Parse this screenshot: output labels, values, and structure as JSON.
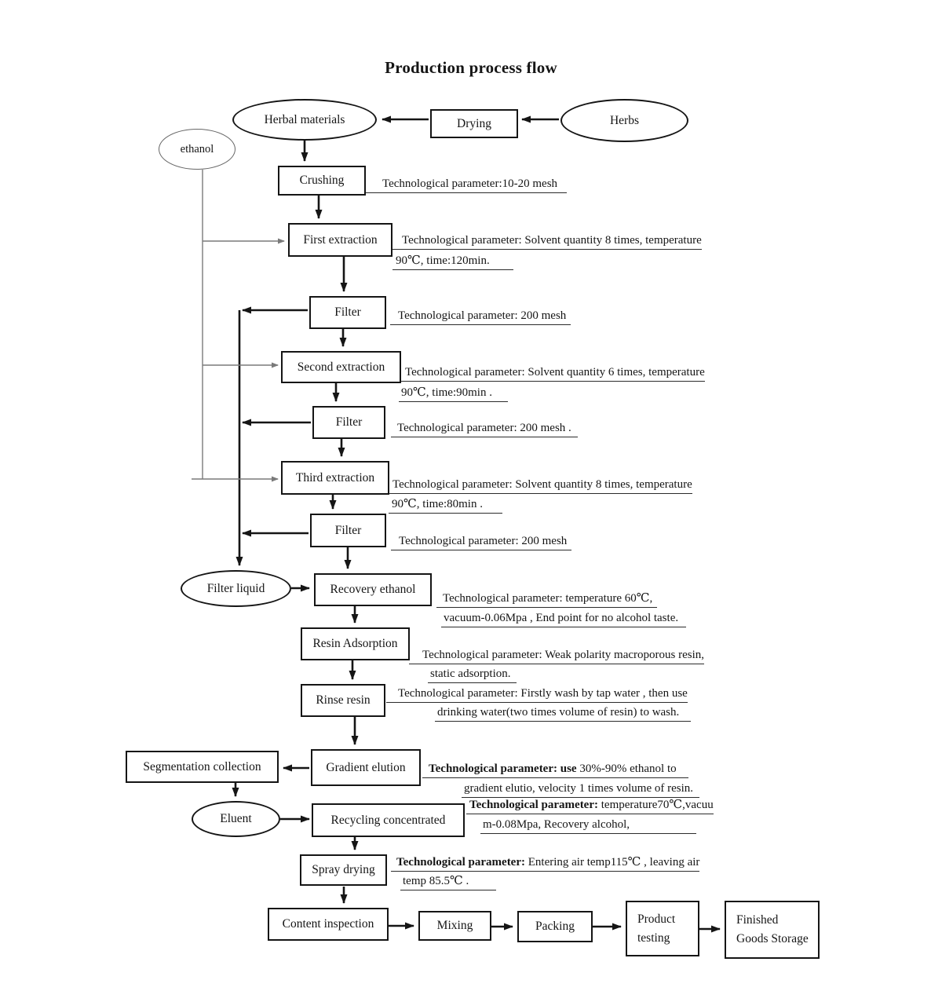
{
  "title": "Production process flow",
  "colors": {
    "line": "#151515",
    "ethanol_line": "#7a7a7a",
    "background": "#ffffff"
  },
  "nodes": {
    "herbs": "Herbs",
    "drying": "Drying",
    "herbal_materials": "Herbal materials",
    "ethanol": "ethanol",
    "crushing": "Crushing",
    "first_extraction": "First extraction",
    "filter_1": "Filter",
    "second_extraction": "Second extraction",
    "filter_2": "Filter",
    "third_extraction": "Third extraction",
    "filter_3": "Filter",
    "filter_liquid": "Filter liquid",
    "recovery_ethanol": "Recovery ethanol",
    "resin_adsorption": "Resin Adsorption",
    "rinse_resin": "Rinse resin",
    "segmentation_collection": "Segmentation collection",
    "gradient_elution": "Gradient elution",
    "eluent": "Eluent",
    "recycling_concentrated": "Recycling concentrated",
    "spray_drying": "Spray drying",
    "content_inspection": "Content inspection",
    "mixing": "Mixing",
    "packing": "Packing",
    "product_testing": {
      "line1": "Product",
      "line2": "testing"
    },
    "finished_goods_storage": {
      "line1": "Finished",
      "line2": "Goods Storage"
    }
  },
  "params": {
    "crushing": {
      "line1": "Technological parameter:10-20 mesh"
    },
    "first_extraction": {
      "line1": "Technological parameter: Solvent quantity 8 times, temperature",
      "line2": "90℃, time:120min."
    },
    "filter_1": {
      "line1": "Technological parameter: 200 mesh"
    },
    "second_extraction": {
      "line1": "Technological parameter: Solvent quantity 6 times, temperature",
      "line2": "90℃, time:90min ."
    },
    "filter_2": {
      "line1": "Technological parameter: 200 mesh ."
    },
    "third_extraction": {
      "line1": "Technological parameter: Solvent quantity 8 times, temperature",
      "line2": "90℃, time:80min ."
    },
    "filter_3": {
      "line1": "Technological parameter: 200 mesh"
    },
    "recovery_ethanol": {
      "line1": "Technological parameter: temperature 60℃,",
      "line2": "vacuum-0.06Mpa ,  End point for no alcohol taste."
    },
    "resin_adsorption": {
      "line1": "Technological parameter: Weak polarity macroporous resin,",
      "line2": "static adsorption."
    },
    "rinse_resin": {
      "line1": "Technological parameter: Firstly wash by tap water , then use",
      "line2": "drinking water(two times volume of resin) to wash."
    },
    "gradient_elution": {
      "bold": "Technological parameter: use",
      "rest": " 30%-90% ethanol to",
      "line2": "gradient elutio, velocity 1 times volume of resin."
    },
    "recycling_concentrated": {
      "bold": "Technological parameter:",
      "rest": " temperature70℃,vacuu",
      "line2": "m-0.08Mpa, Recovery alcohol,"
    },
    "spray_drying": {
      "bold": "Technological parameter:",
      "rest": " Entering air temp115℃ , leaving air",
      "line2": "temp 85.5℃ ."
    }
  }
}
